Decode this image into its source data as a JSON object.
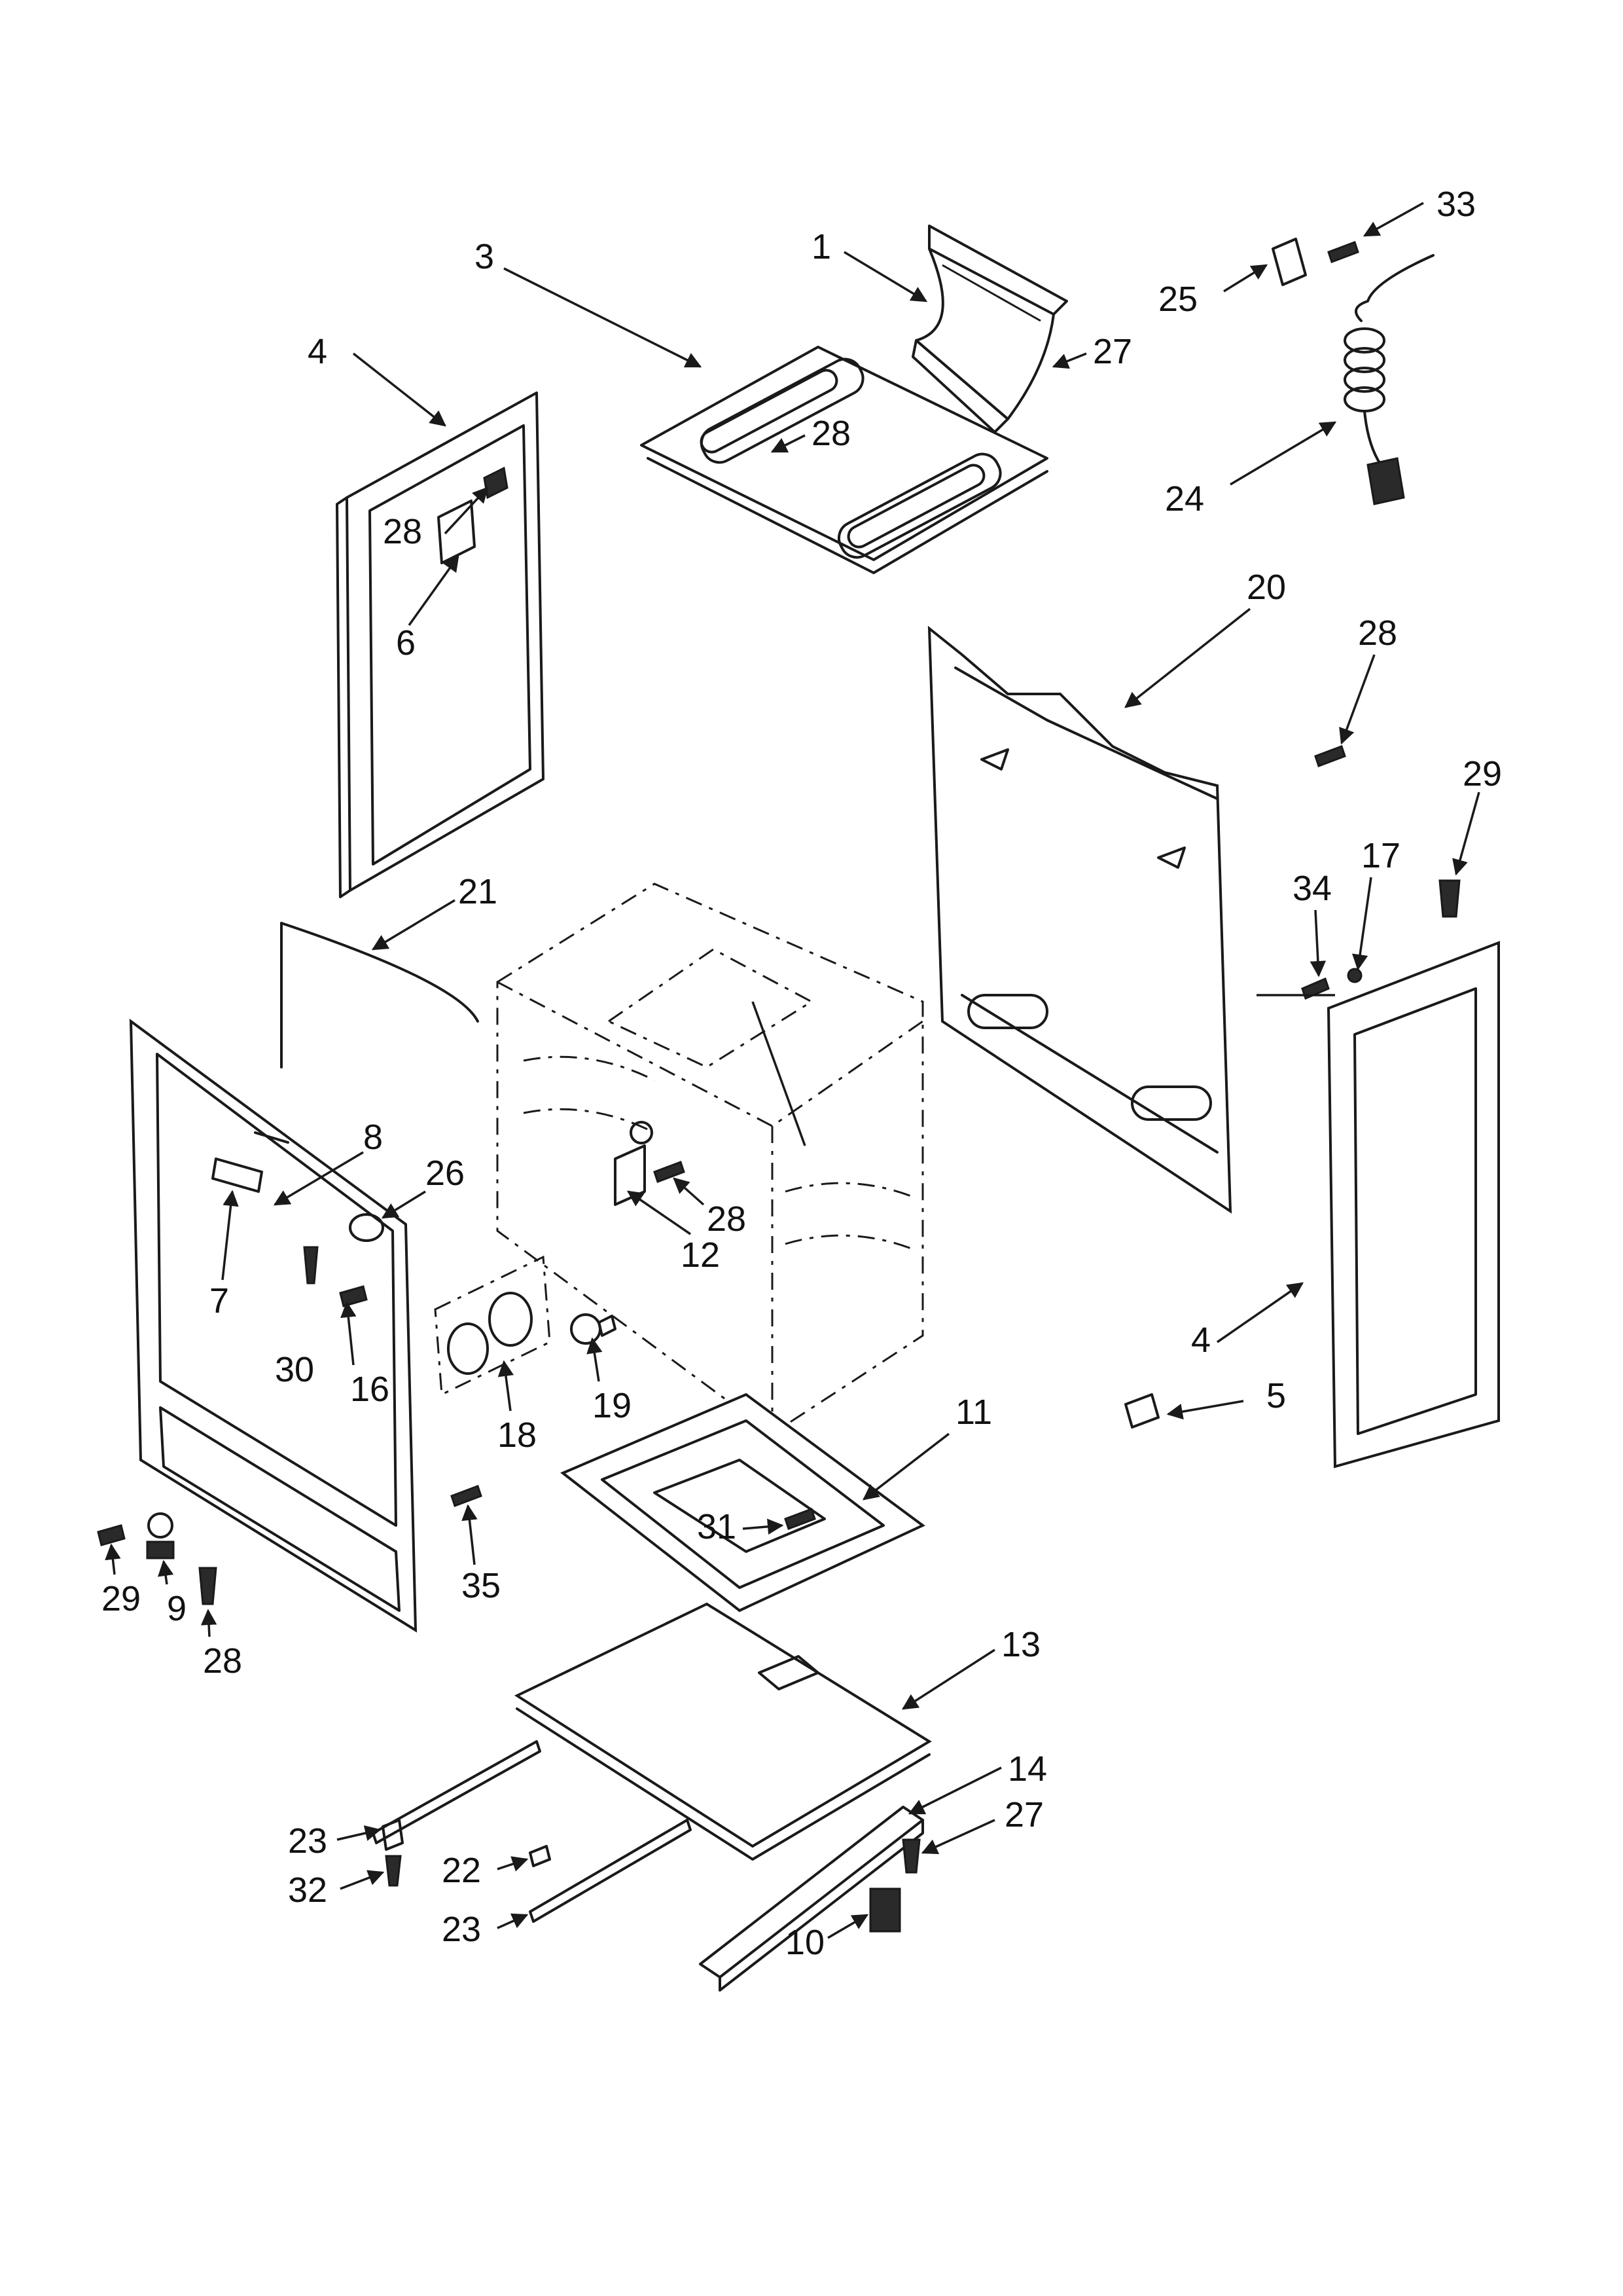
{
  "callouts": [
    {
      "id": "c1",
      "text": "1"
    },
    {
      "id": "c3",
      "text": "3"
    },
    {
      "id": "c4a",
      "text": "4"
    },
    {
      "id": "c27a",
      "text": "27"
    },
    {
      "id": "c28a",
      "text": "28"
    },
    {
      "id": "c28b",
      "text": "28"
    },
    {
      "id": "c6",
      "text": "6"
    },
    {
      "id": "c25",
      "text": "25"
    },
    {
      "id": "c33",
      "text": "33"
    },
    {
      "id": "c24",
      "text": "24"
    },
    {
      "id": "c20",
      "text": "20"
    },
    {
      "id": "c28c",
      "text": "28"
    },
    {
      "id": "c29a",
      "text": "29"
    },
    {
      "id": "c21",
      "text": "21"
    },
    {
      "id": "c34",
      "text": "34"
    },
    {
      "id": "c17",
      "text": "17"
    },
    {
      "id": "c8",
      "text": "8"
    },
    {
      "id": "c26",
      "text": "26"
    },
    {
      "id": "c28d",
      "text": "28"
    },
    {
      "id": "c12",
      "text": "12"
    },
    {
      "id": "c7",
      "text": "7"
    },
    {
      "id": "c30",
      "text": "30"
    },
    {
      "id": "c16",
      "text": "16"
    },
    {
      "id": "c19",
      "text": "19"
    },
    {
      "id": "c18",
      "text": "18"
    },
    {
      "id": "c4b",
      "text": "4"
    },
    {
      "id": "c5",
      "text": "5"
    },
    {
      "id": "c11",
      "text": "11"
    },
    {
      "id": "c31",
      "text": "31"
    },
    {
      "id": "c35",
      "text": "35"
    },
    {
      "id": "c29b",
      "text": "29"
    },
    {
      "id": "c9",
      "text": "9"
    },
    {
      "id": "c28e",
      "text": "28"
    },
    {
      "id": "c13",
      "text": "13"
    },
    {
      "id": "c14",
      "text": "14"
    },
    {
      "id": "c27b",
      "text": "27"
    },
    {
      "id": "c23a",
      "text": "23"
    },
    {
      "id": "c32",
      "text": "32"
    },
    {
      "id": "c22",
      "text": "22"
    },
    {
      "id": "c23b",
      "text": "23"
    },
    {
      "id": "c10",
      "text": "10"
    }
  ]
}
